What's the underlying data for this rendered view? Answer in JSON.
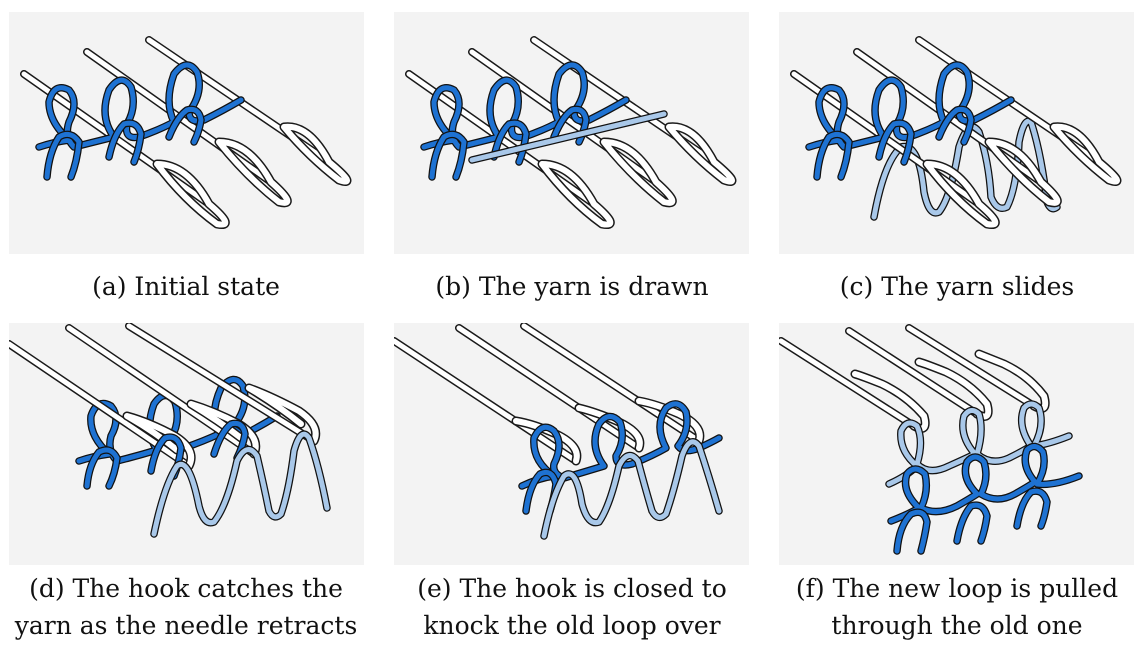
{
  "colors": {
    "background": "#ffffff",
    "panel": "#f3f3f3",
    "old_yarn": "#1e72d2",
    "new_yarn": "#a9c8e9",
    "outline": "#111111"
  },
  "panels": [
    {
      "id": "a",
      "caption_lines": [
        "(a) Initial state"
      ]
    },
    {
      "id": "b",
      "caption_lines": [
        "(b) The yarn is drawn"
      ]
    },
    {
      "id": "c",
      "caption_lines": [
        "(c) The yarn slides"
      ]
    },
    {
      "id": "d",
      "caption_lines": [
        "(d) The hook catches the",
        "yarn as the needle retracts"
      ]
    },
    {
      "id": "e",
      "caption_lines": [
        "(e) The hook is closed to",
        "knock the old loop over"
      ]
    },
    {
      "id": "f",
      "caption_lines": [
        "(f) The new loop is pulled",
        "through the old one"
      ]
    }
  ]
}
